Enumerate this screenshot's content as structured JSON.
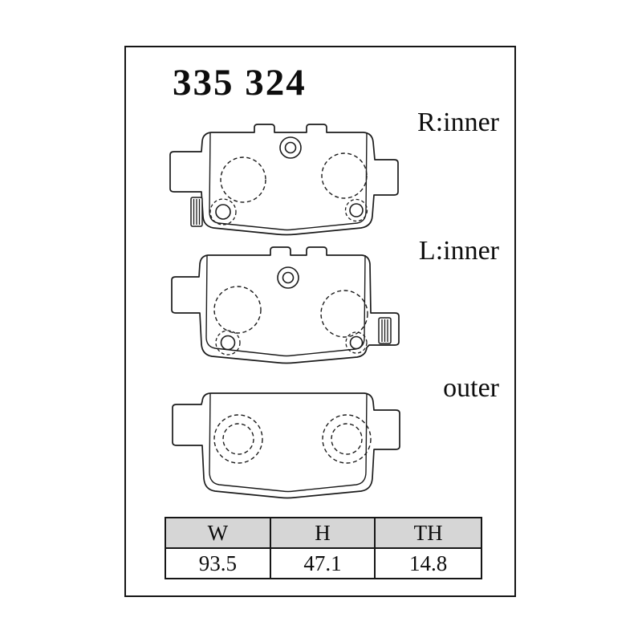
{
  "page": {
    "part_number": "335 324",
    "views": [
      {
        "label": "R:inner"
      },
      {
        "label": "L:inner"
      },
      {
        "label": "outer"
      }
    ],
    "dimensions_table": {
      "headers": [
        "W",
        "H",
        "TH"
      ],
      "values": [
        "93.5",
        "47.1",
        "14.8"
      ]
    }
  }
}
